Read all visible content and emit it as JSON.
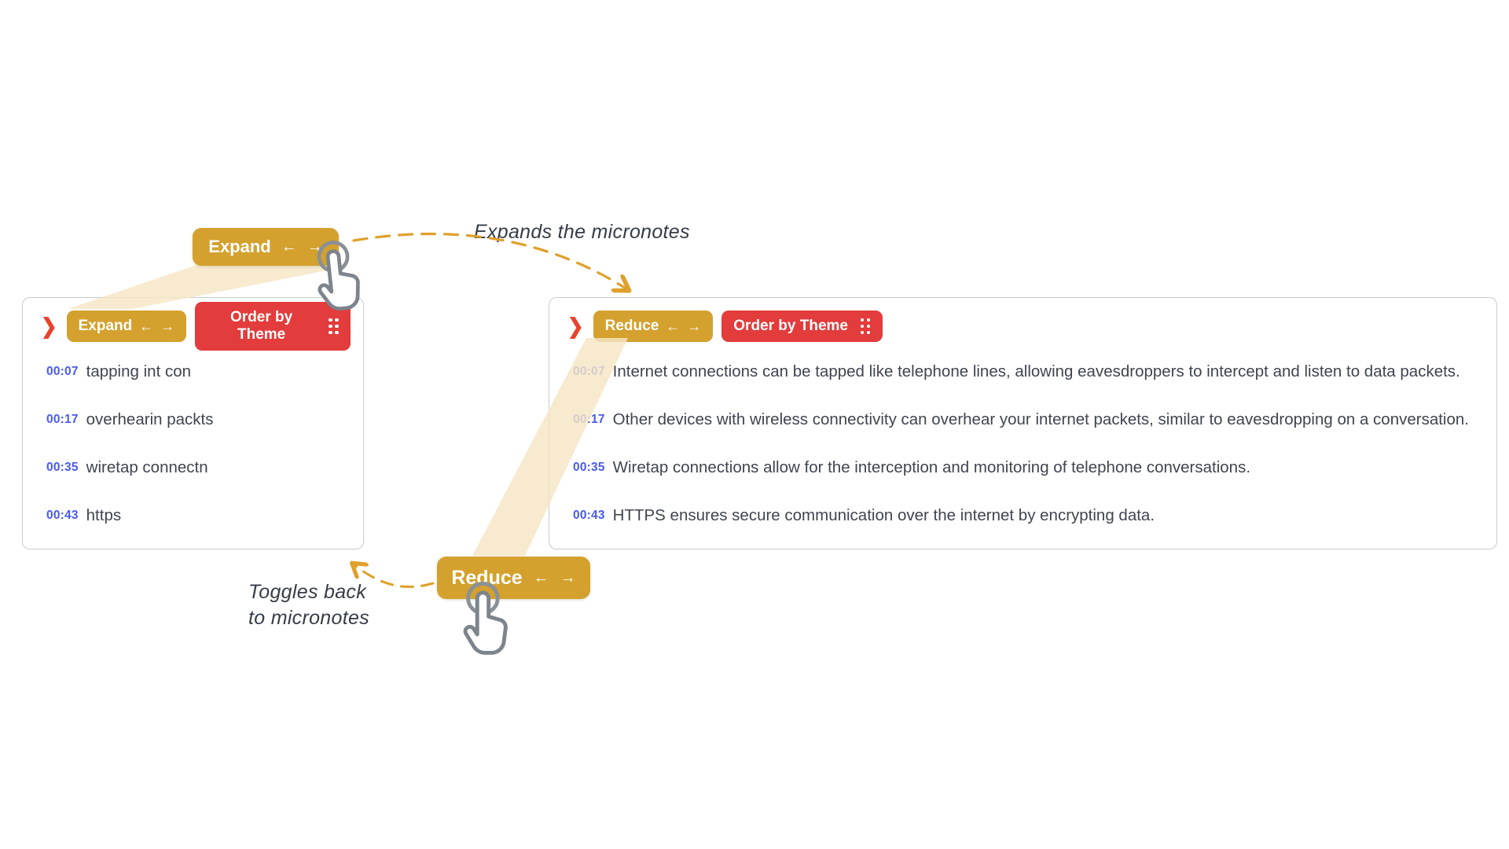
{
  "colors": {
    "gold_button": "#d4a12e",
    "red_button": "#e23c3c",
    "chevron_red": "#e8432d",
    "timestamp_blue": "#4a5be8",
    "note_text": "#3f4450",
    "dashed_arrow": "#dfa02c",
    "beam": "#f5e5c4"
  },
  "icons": {
    "back_arrow": "←",
    "forward_arrow": "→",
    "chevron": "❯"
  },
  "floating_buttons": {
    "expand_label": "Expand",
    "reduce_label": "Reduce"
  },
  "annotations": {
    "expand": "Expands the micronotes",
    "reduce_line1": "Toggles back",
    "reduce_line2": "to micronotes"
  },
  "panel_small": {
    "toggle_label": "Expand",
    "order_label": "Order by Theme",
    "notes": [
      {
        "time": "00:07",
        "text": "tapping int con"
      },
      {
        "time": "00:17",
        "text": "overhearin packts"
      },
      {
        "time": "00:35",
        "text": "wiretap connectn"
      },
      {
        "time": "00:43",
        "text": "https"
      }
    ]
  },
  "panel_large": {
    "toggle_label": "Reduce",
    "order_label": "Order by Theme",
    "notes": [
      {
        "time": "00:07",
        "text": "Internet connections can be tapped like telephone lines, allowing eavesdroppers to intercept and listen to data packets."
      },
      {
        "time": "00:17",
        "text": "Other devices with wireless connectivity can overhear your internet packets, similar to eavesdropping on a conversation."
      },
      {
        "time": "00:35",
        "text": "Wiretap connections allow for the interception and monitoring of telephone conversations."
      },
      {
        "time": "00:43",
        "text": "HTTPS ensures secure communication over the internet by encrypting data."
      }
    ]
  }
}
